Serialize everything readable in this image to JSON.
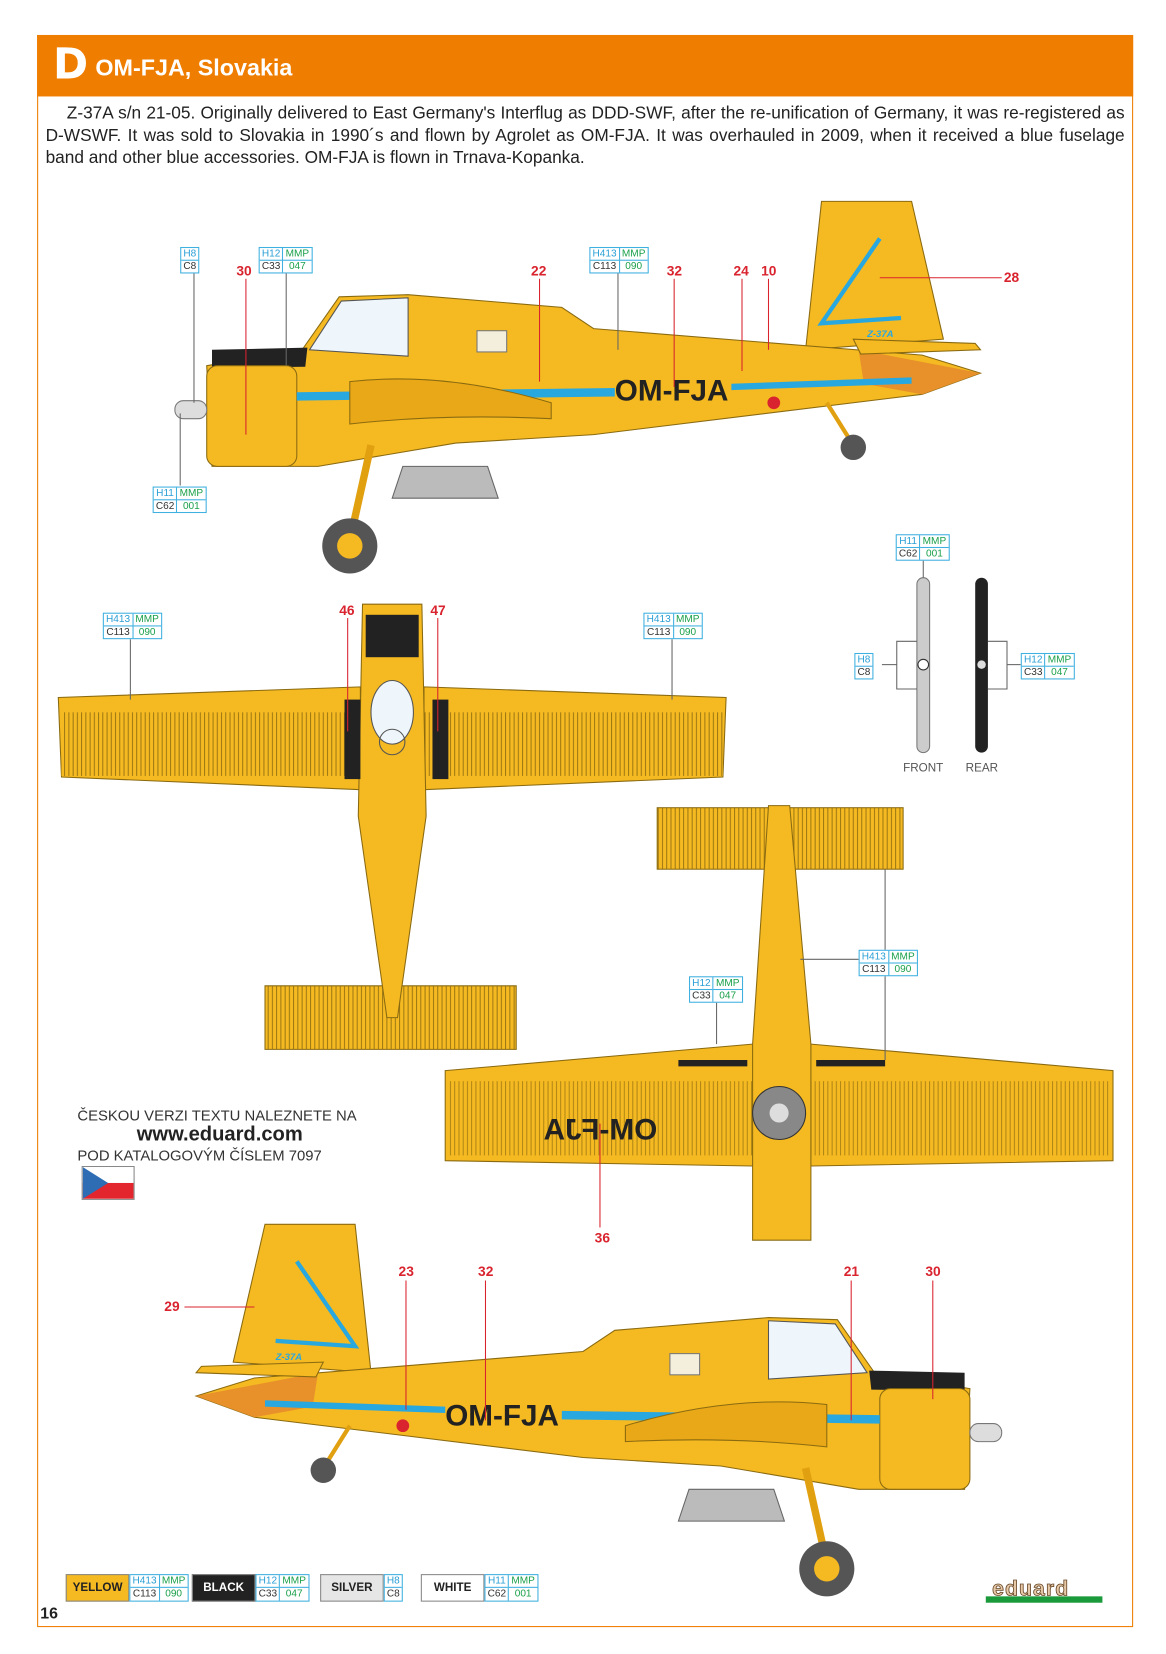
{
  "header": {
    "letter": "D",
    "title": "OM-FJA, Slovakia"
  },
  "description": "Z-37A s/n 21-05. Originally delivered to East Germany's Interflug as DDD-SWF, after the re-unification of Germany, it was re-registered as D-WSWF. It was sold to Slovakia in 1990´s and flown by Agrolet as OM-FJA. It was overhauled in 2009, when it received a blue fuselage band and other blue accessories. OM-FJA is flown in Trnava-Kopanka.",
  "registration": "OM-FJA",
  "fin_text": "Z-37A",
  "paints": {
    "yellow": {
      "name": "YELLOW",
      "h": "H413",
      "c": "C113",
      "mmp_label": "MMP",
      "mmp": "090",
      "color": "#f5b921"
    },
    "black": {
      "name": "BLACK",
      "h": "H12",
      "c": "C33",
      "mmp_label": "MMP",
      "mmp": "047",
      "color": "#222222"
    },
    "silver": {
      "name": "SILVER",
      "h": "H8",
      "c": "C8",
      "color": "#e6e6e6"
    },
    "white": {
      "name": "WHITE",
      "h": "H11",
      "c": "C62",
      "mmp_label": "MMP",
      "mmp": "001",
      "color": "#ffffff"
    }
  },
  "decal_numbers": {
    "side_top": [
      "30",
      "22",
      "32",
      "24",
      "10",
      "28"
    ],
    "top_view": [
      "46",
      "47"
    ],
    "bottom_view": [
      "36"
    ],
    "side_bottom": [
      "29",
      "23",
      "32",
      "21",
      "30"
    ]
  },
  "propeller": {
    "front_label": "FRONT",
    "rear_label": "REAR"
  },
  "czech_note": {
    "line1": "ČESKOU VERZI TEXTU NALEZNETE NA",
    "url": "www.eduard.com",
    "line3": "POD KATALOGOVÝM ČÍSLEM 7097"
  },
  "page_number": "16",
  "brand": "eduard",
  "colors": {
    "accent": "#ef7d00",
    "aircraft_yellow": "#f5b921",
    "band_blue": "#29a8e0",
    "callout_red": "#d9232e"
  }
}
